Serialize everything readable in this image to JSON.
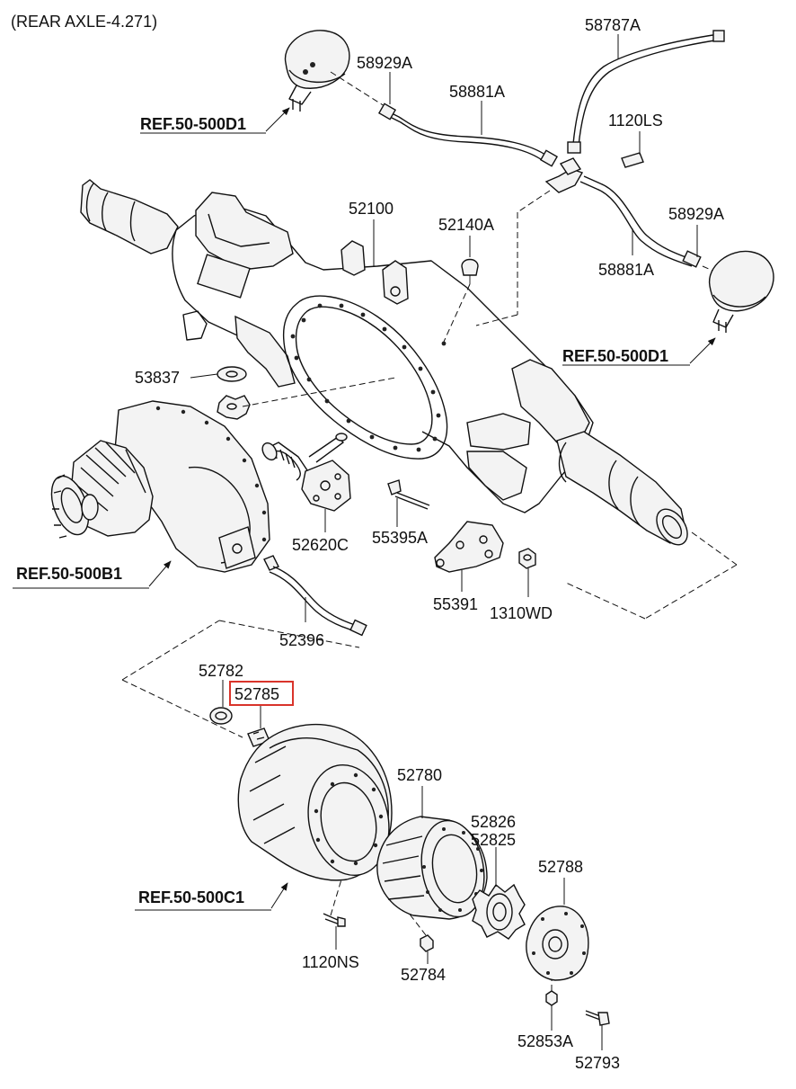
{
  "title": "(REAR AXLE-4.271)",
  "highlighted_part": "52785",
  "parts": {
    "p58787A": "58787A",
    "p58929A_top": "58929A",
    "p58881A_top": "58881A",
    "p1120LS": "1120LS",
    "p52100": "52100",
    "p52140A": "52140A",
    "p58929A_right": "58929A",
    "p58881A_right": "58881A",
    "p53837": "53837",
    "p52620C": "52620C",
    "p55395A": "55395A",
    "p55391": "55391",
    "p1310WD": "1310WD",
    "p52396": "52396",
    "p52782": "52782",
    "p52785": "52785",
    "p52780": "52780",
    "p52826": "52826",
    "p52825": "52825",
    "p52788": "52788",
    "p1120NS": "1120NS",
    "p52784": "52784",
    "p52853A": "52853A",
    "p52793": "52793"
  },
  "refs": {
    "ref_d1_top": "REF.50-500D1",
    "ref_d1_right": "REF.50-500D1",
    "ref_b1": "REF.50-500B1",
    "ref_c1": "REF.50-500C1"
  }
}
